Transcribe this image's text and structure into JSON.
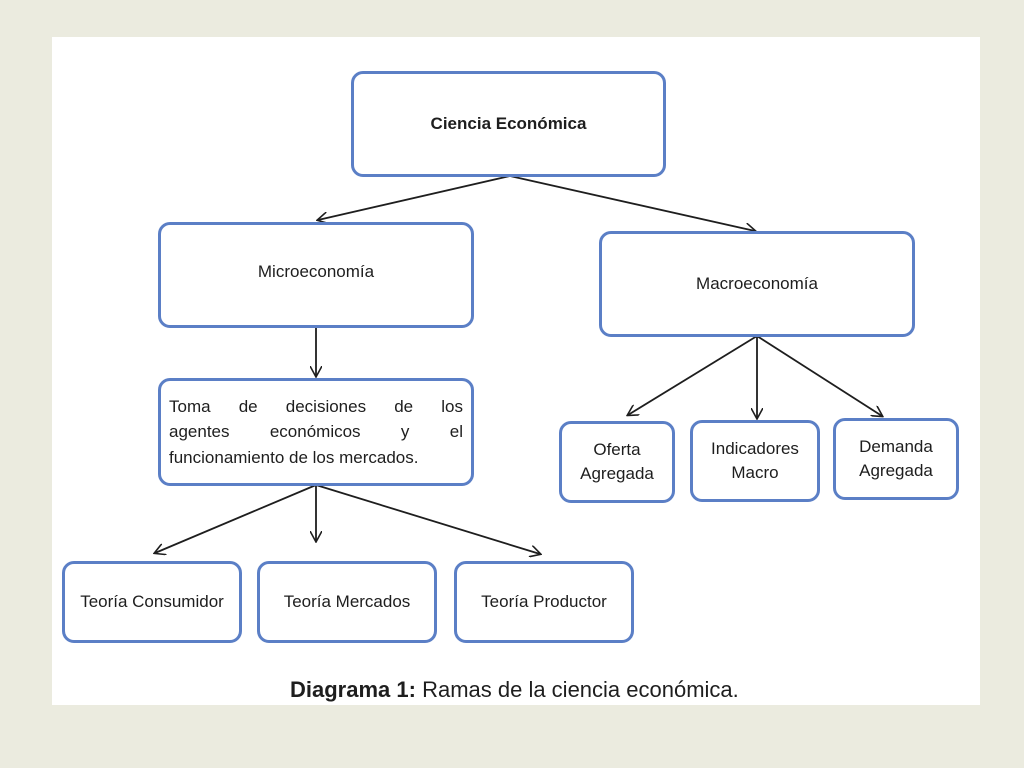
{
  "nodes": {
    "root": "Ciencia Económica",
    "micro": "Microeconomía",
    "macro": "Macroeconomía",
    "decisions": [
      "Toma de decisiones de los",
      "agentes económicos y el",
      "funcionamiento de los mercados."
    ],
    "consumer": "Teoría Consumidor",
    "markets": "Teoría Mercados",
    "producer": "Teoría Productor",
    "offer": [
      "Oferta",
      "Agregada"
    ],
    "indicators": [
      "Indicadores",
      "Macro"
    ],
    "demand": [
      "Demanda",
      "Agregada"
    ]
  },
  "caption": {
    "label": "Diagrama 1:",
    "text": " Ramas de la ciencia económica."
  },
  "colors": {
    "node_border": "#5b7fc6",
    "arrow": "#1e1e1e",
    "background": "#ebebdf"
  }
}
